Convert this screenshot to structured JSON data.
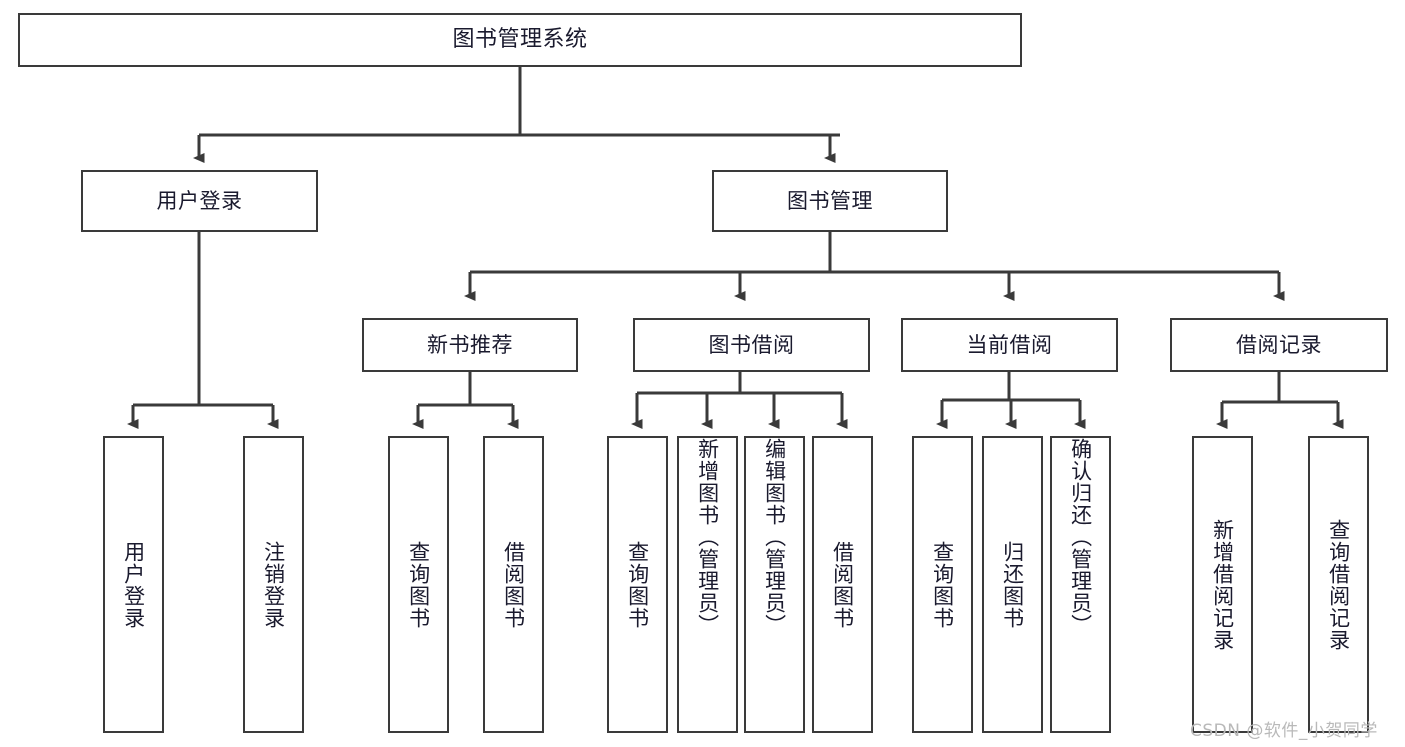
{
  "diagram": {
    "title": "图书管理系统",
    "type": "tree",
    "watermark": "CSDN @软件_小贺同学",
    "colors": {
      "box_border": "#3a3a3a",
      "box_fill": "#ffffff",
      "edge": "#3a3a3a",
      "text": "#1a1a2e",
      "watermark": "#b9b9b9",
      "background": "#ffffff"
    },
    "nodes": {
      "root": {
        "label": "图书管理系统"
      },
      "level2": [
        {
          "id": "user-login",
          "label": "用户登录"
        },
        {
          "id": "book-manage",
          "label": "图书管理"
        }
      ],
      "level3": [
        {
          "id": "new-book-rec",
          "label": "新书推荐"
        },
        {
          "id": "book-borrow",
          "label": "图书借阅"
        },
        {
          "id": "current-borrow",
          "label": "当前借阅"
        },
        {
          "id": "borrow-record",
          "label": "借阅记录"
        }
      ],
      "leaves": {
        "user-login": [
          {
            "id": "leaf-user-login",
            "label": "用户登录"
          },
          {
            "id": "leaf-logout",
            "label": "注销登录"
          }
        ],
        "new-book-rec": [
          {
            "id": "leaf-query-book-1",
            "label": "查询图书"
          },
          {
            "id": "leaf-borrow-book-1",
            "label": "借阅图书"
          }
        ],
        "book-borrow": [
          {
            "id": "leaf-query-book-2",
            "label": "查询图书"
          },
          {
            "id": "leaf-add-book",
            "label": "新增图书（管理员）"
          },
          {
            "id": "leaf-edit-book",
            "label": "编辑图书（管理员）"
          },
          {
            "id": "leaf-borrow-book-2",
            "label": "借阅图书"
          }
        ],
        "current-borrow": [
          {
            "id": "leaf-query-book-3",
            "label": "查询图书"
          },
          {
            "id": "leaf-return-book",
            "label": "归还图书"
          },
          {
            "id": "leaf-confirm-return",
            "label": "确认归还（管理员）"
          }
        ],
        "borrow-record": [
          {
            "id": "leaf-add-record",
            "label": "新增借阅记录"
          },
          {
            "id": "leaf-query-record",
            "label": "查询借阅记录"
          }
        ]
      }
    }
  }
}
